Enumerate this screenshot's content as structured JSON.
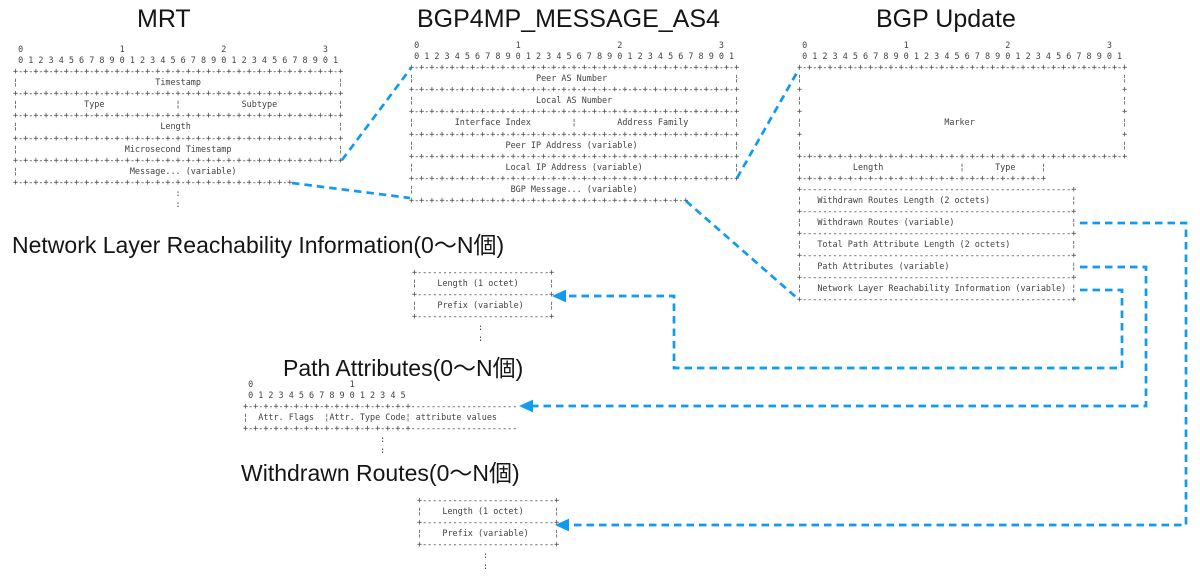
{
  "accent_blue": "#109bf2",
  "ink": "#424242",
  "diagrams": {
    "mrt": {
      "title": "MRT",
      "ascii": [
        " 0                   1                   2                   3",
        " 0 1 2 3 4 5 6 7 8 9 0 1 2 3 4 5 6 7 8 9 0 1 2 3 4 5 6 7 8 9 0 1",
        "+-+-+-+-+-+-+-+-+-+-+-+-+-+-+-+-+-+-+-+-+-+-+-+-+-+-+-+-+-+-+-+-+",
        "¦                           Timestamp                           ¦",
        "+-+-+-+-+-+-+-+-+-+-+-+-+-+-+-+-+-+-+-+-+-+-+-+-+-+-+-+-+-+-+-+-+",
        "¦             Type              ¦            Subtype            ¦",
        "+-+-+-+-+-+-+-+-+-+-+-+-+-+-+-+-+-+-+-+-+-+-+-+-+-+-+-+-+-+-+-+-+",
        "¦                            Length                             ¦",
        "+-+-+-+-+-+-+-+-+-+-+-+-+-+-+-+-+-+-+-+-+-+-+-+-+-+-+-+-+-+-+-+-+",
        "¦                     Microsecond Timestamp                     ¦",
        "+-+-+-+-+-+-+-+-+-+-+-+-+-+-+-+-+-+-+-+-+-+-+-+-+-+-+-+-+-+-+-+-+",
        "¦                      Message... (variable)",
        "+-+-+-+-+-+-+-+-+-+-+-+-+-+-+-+-+-+-+-+-+-+-+-+-+-+-+-+",
        "                                :",
        "                                :"
      ]
    },
    "bgp4mp_message_as4": {
      "title": "BGP4MP_MESSAGE_AS4",
      "ascii": [
        " 0                   1                   2                   3",
        " 0 1 2 3 4 5 6 7 8 9 0 1 2 3 4 5 6 7 8 9 0 1 2 3 4 5 6 7 8 9 0 1",
        "+-+-+-+-+-+-+-+-+-+-+-+-+-+-+-+-+-+-+-+-+-+-+-+-+-+-+-+-+-+-+-+-+",
        "¦                        Peer AS Number                         ¦",
        "+-+-+-+-+-+-+-+-+-+-+-+-+-+-+-+-+-+-+-+-+-+-+-+-+-+-+-+-+-+-+-+-+",
        "¦                        Local AS Number                        ¦",
        "+-+-+-+-+-+-+-+-+-+-+-+-+-+-+-+-+-+-+-+-+-+-+-+-+-+-+-+-+-+-+-+-+",
        "¦        Interface Index        ¦        Address Family         ¦",
        "+-+-+-+-+-+-+-+-+-+-+-+-+-+-+-+-+-+-+-+-+-+-+-+-+-+-+-+-+-+-+-+-+",
        "¦                  Peer IP Address (variable)                   ¦",
        "+-+-+-+-+-+-+-+-+-+-+-+-+-+-+-+-+-+-+-+-+-+-+-+-+-+-+-+-+-+-+-+-+",
        "¦                  Local IP Address (variable)                  ¦",
        "+-+-+-+-+-+-+-+-+-+-+-+-+-+-+-+-+-+-+-+-+-+-+-+-+-+-+-+-+-+-+-+-+",
        "¦                   BGP Message... (variable)",
        "+-+-+-+-+-+-+-+-+-+-+-+-+-+-+-+-+-+-+-+-+-+-+-+-+-+-+-+"
      ]
    },
    "bgp_update": {
      "title": "BGP Update",
      "ascii": [
        " 0                   1                   2                   3",
        " 0 1 2 3 4 5 6 7 8 9 0 1 2 3 4 5 6 7 8 9 0 1 2 3 4 5 6 7 8 9 0 1",
        "+-+-+-+-+-+-+-+-+-+-+-+-+-+-+-+-+-+-+-+-+-+-+-+-+-+-+-+-+-+-+-+-+",
        "¦                                                               ¦",
        "+                                                               +",
        "¦                                                               ¦",
        "+                                                               +",
        "¦                            Marker                             ¦",
        "+                                                               +",
        "¦                                                               ¦",
        "+-+-+-+-+-+-+-+-+-+-+-+-+-+-+-+-+-+-+-+-+-+-+-+-+-+-+-+-+-+-+-+-+",
        "¦          Length               ¦      Type     ¦",
        "+-+-+-+-+-+-+-+-+-+-+-+-+-+-+-+-+-+-+-+-+-+-+-+-+",
        "+-----------------------------------------------------+",
        "¦   Withdrawn Routes Length (2 octets)                ¦",
        "+-----------------------------------------------------+",
        "¦   Withdrawn Routes (variable)                       ¦",
        "+-----------------------------------------------------+",
        "¦   Total Path Attribute Length (2 octets)            ¦",
        "+-----------------------------------------------------+",
        "¦   Path Attributes (variable)                        ¦",
        "+-----------------------------------------------------+",
        "¦   Network Layer Reachability Information (variable) ¦",
        "+-----------------------------------------------------+"
      ]
    },
    "nlri": {
      "title": "Network Layer Reachability Information(0〜N個)",
      "ascii": [
        "+--------------------------+",
        "¦    Length (1 octet)      ¦",
        "+--------------------------+",
        "¦    Prefix (variable)     ¦",
        "+--------------------------+",
        "             :",
        "             :"
      ]
    },
    "path_attributes": {
      "title": "Path Attributes(0〜N個)",
      "ascii": [
        " 0                   1",
        " 0 1 2 3 4 5 6 7 8 9 0 1 2 3 4 5",
        "+-+-+-+-+-+-+-+-+-+-+-+-+-+-+-+-+---------------------",
        "¦  Attr. Flags  ¦Attr. Type Code¦ attribute values",
        "+-+-+-+-+-+-+-+-+-+-+-+-+-+-+-+-+---------------------",
        "                           :",
        "                           :"
      ]
    },
    "withdrawn_routes": {
      "title": "Withdrawn Routes(0〜N個)",
      "ascii": [
        "+--------------------------+",
        "¦    Length (1 octet)      ¦",
        "+--------------------------+",
        "¦    Prefix (variable)     ¦",
        "+--------------------------+",
        "             :",
        "             :"
      ]
    }
  },
  "connections": [
    {
      "from": "MRT / Message... (variable)",
      "to": "BGP4MP_MESSAGE_AS4"
    },
    {
      "from": "BGP4MP_MESSAGE_AS4 / BGP Message... (variable)",
      "to": "BGP Update"
    },
    {
      "from": "BGP Update / Withdrawn Routes (variable)",
      "to": "Withdrawn Routes(0〜N個)"
    },
    {
      "from": "BGP Update / Path Attributes (variable)",
      "to": "Path Attributes(0〜N個)"
    },
    {
      "from": "BGP Update / Network Layer Reachability Information (variable)",
      "to": "Network Layer Reachability Information(0〜N個)"
    }
  ]
}
